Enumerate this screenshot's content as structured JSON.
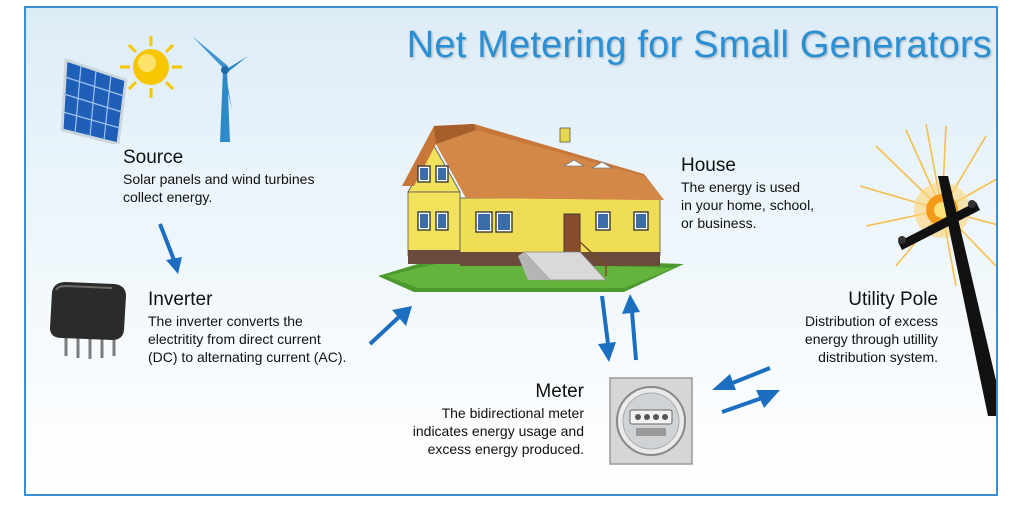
{
  "title": "Net Metering for Small Generators",
  "colors": {
    "title": "#2b8fd4",
    "arrow": "#1c6fc0",
    "border": "#3b8fd0",
    "house_wall": "#f2e15a",
    "house_roof": "#c7773a"
  },
  "source": {
    "heading": "Source",
    "line1": "Solar panels and wind turbines",
    "line2": "collect energy."
  },
  "inverter": {
    "heading": "Inverter",
    "line1": "The inverter converts the",
    "line2": "electritity from direct current",
    "line3": "(DC) to alternating current (AC)."
  },
  "house": {
    "heading": "House",
    "line1": "The energy is used",
    "line2": "in your home, school,",
    "line3": "or business."
  },
  "utility_pole": {
    "heading": "Utility Pole",
    "line1": "Distribution of excess",
    "line2": "energy through utillity",
    "line3": "distribution system."
  },
  "meter": {
    "heading": "Meter",
    "line1": "The bidirectional meter",
    "line2": "indicates energy usage and",
    "line3": "excess energy produced."
  },
  "icons": [
    "sun-icon",
    "solar-panel-icon",
    "wind-turbine-icon",
    "inverter-icon",
    "house-icon",
    "utility-pole-icon",
    "electric-meter-icon"
  ]
}
